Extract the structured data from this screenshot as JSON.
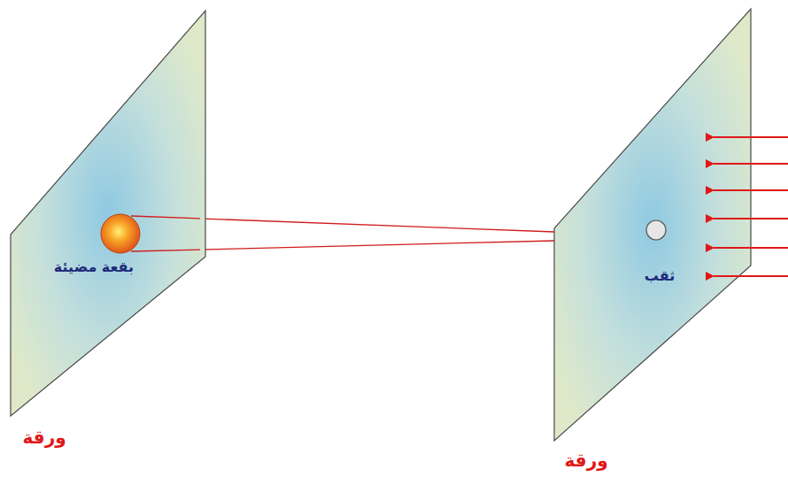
{
  "diagram": {
    "nodes": [
      {
        "text": [
          "بقعة مضيئة",
          "ورقة"
        ]
      },
      {
        "text": [
          "ثقب",
          "ورقة"
        ]
      }
    ]
  }
}
